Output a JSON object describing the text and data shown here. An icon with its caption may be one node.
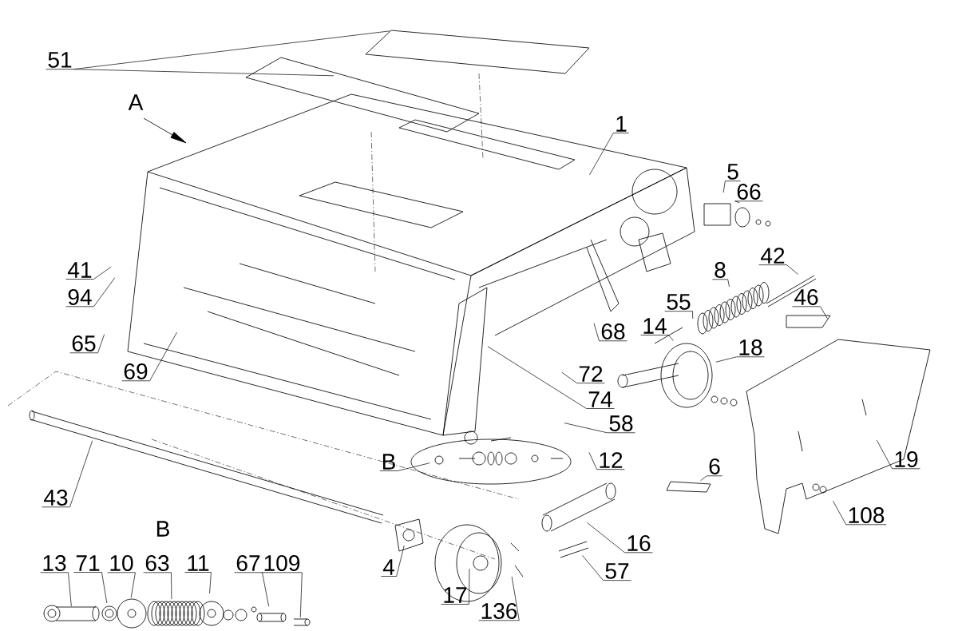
{
  "diagram": {
    "nodes": [
      {
        "text": [
          "51"
        ]
      },
      {
        "text": [
          "1"
        ]
      },
      {
        "text": [
          "5"
        ]
      },
      {
        "text": [
          "66"
        ]
      },
      {
        "text": [
          "41"
        ]
      },
      {
        "text": [
          "42"
        ]
      },
      {
        "text": [
          "8"
        ]
      },
      {
        "text": [
          "94"
        ]
      },
      {
        "text": [
          "55"
        ]
      },
      {
        "text": [
          "14"
        ]
      },
      {
        "text": [
          "68"
        ]
      },
      {
        "text": [
          "65"
        ]
      },
      {
        "text": [
          "18"
        ]
      },
      {
        "text": [
          "46"
        ]
      },
      {
        "text": [
          "69"
        ]
      },
      {
        "text": [
          "72"
        ]
      },
      {
        "text": [
          "74"
        ]
      },
      {
        "text": [
          "58"
        ]
      },
      {
        "text": [
          "12"
        ]
      },
      {
        "text": [
          "B"
        ]
      },
      {
        "text": [
          "6"
        ]
      },
      {
        "text": [
          "19"
        ]
      },
      {
        "text": [
          "43"
        ]
      },
      {
        "text": [
          "108"
        ]
      },
      {
        "text": [
          "16"
        ]
      },
      {
        "text": [
          "4"
        ]
      },
      {
        "text": [
          "57"
        ]
      },
      {
        "text": [
          "17"
        ]
      },
      {
        "text": [
          "13"
        ]
      },
      {
        "text": [
          "71"
        ]
      },
      {
        "text": [
          "10"
        ]
      },
      {
        "text": [
          "63"
        ]
      },
      {
        "text": [
          "11"
        ]
      },
      {
        "text": [
          "67"
        ]
      },
      {
        "text": [
          "109"
        ]
      },
      {
        "text": [
          "136"
        ]
      }
    ],
    "edges": [
      {
        "from": 0,
        "to": null,
        "arrow": "none"
      },
      {
        "from": 0,
        "to": null,
        "arrow": "none"
      },
      {
        "from": 1,
        "to": null,
        "arrow": "none"
      },
      {
        "from": 2,
        "to": null,
        "arrow": "none"
      },
      {
        "from": 3,
        "to": null,
        "arrow": "none"
      },
      {
        "from": 4,
        "to": null,
        "arrow": "none"
      },
      {
        "from": 5,
        "to": null,
        "arrow": "none"
      },
      {
        "from": 6,
        "to": null,
        "arrow": "none"
      },
      {
        "from": 7,
        "to": null,
        "arrow": "none"
      },
      {
        "from": 8,
        "to": null,
        "arrow": "none"
      },
      {
        "from": 9,
        "to": null,
        "arrow": "none"
      },
      {
        "from": 10,
        "to": null,
        "arrow": "none"
      },
      {
        "from": 11,
        "to": null,
        "arrow": "none"
      },
      {
        "from": 12,
        "to": null,
        "arrow": "none"
      },
      {
        "from": 13,
        "to": null,
        "arrow": "none"
      },
      {
        "from": 14,
        "to": null,
        "arrow": "none"
      },
      {
        "from": 15,
        "to": null,
        "arrow": "none"
      },
      {
        "from": 16,
        "to": null,
        "arrow": "none"
      },
      {
        "from": 17,
        "to": null,
        "arrow": "none"
      },
      {
        "from": 18,
        "to": null,
        "arrow": "none"
      },
      {
        "from": 19,
        "to": null,
        "arrow": "none"
      },
      {
        "from": 20,
        "to": null,
        "arrow": "none"
      },
      {
        "from": 21,
        "to": null,
        "arrow": "none"
      },
      {
        "from": 22,
        "to": null,
        "arrow": "none"
      },
      {
        "from": 23,
        "to": null,
        "arrow": "none"
      },
      {
        "from": 24,
        "to": null,
        "arrow": "none"
      },
      {
        "from": 25,
        "to": null,
        "arrow": "none"
      },
      {
        "from": 26,
        "to": null,
        "arrow": "none"
      },
      {
        "from": 27,
        "to": null,
        "arrow": "none"
      },
      {
        "from": 28,
        "to": null,
        "arrow": "none"
      },
      {
        "from": 29,
        "to": null,
        "arrow": "none"
      },
      {
        "from": 30,
        "to": null,
        "arrow": "none"
      },
      {
        "from": 31,
        "to": null,
        "arrow": "none"
      },
      {
        "from": 32,
        "to": null,
        "arrow": "none"
      },
      {
        "from": 33,
        "to": null,
        "arrow": "none"
      },
      {
        "from": 34,
        "to": null,
        "arrow": "none"
      },
      {
        "from": 35,
        "to": null,
        "arrow": "none"
      }
    ],
    "labels": [
      "A",
      "B"
    ]
  }
}
